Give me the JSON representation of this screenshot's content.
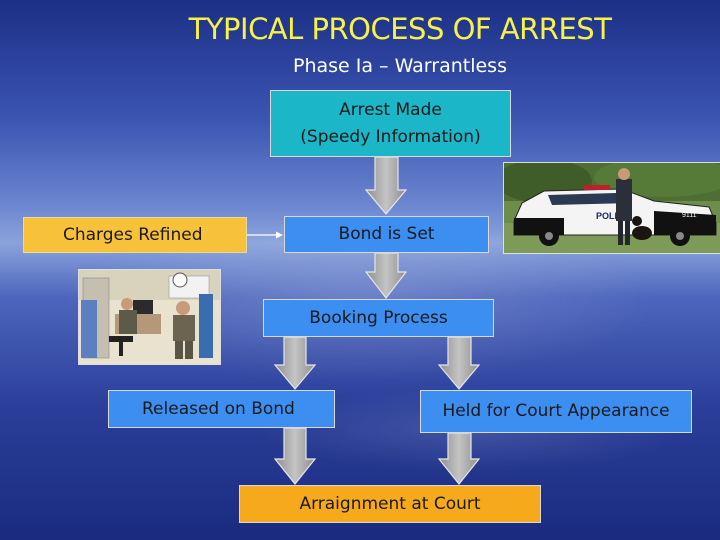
{
  "slide": {
    "title": "TYPICAL PROCESS OF ARREST",
    "subtitle": "Phase Ia – Warrantless"
  },
  "boxes": {
    "arrest_line1": "Arrest Made",
    "arrest_line2": "(Speedy Information)",
    "charges_refined": "Charges Refined",
    "bond_set": "Bond is Set",
    "booking": "Booking Process",
    "released": "Released on Bond",
    "held": "Held for Court Appearance",
    "arraignment": "Arraignment at Court"
  },
  "photos": {
    "police_car_text": "POLICE",
    "police_car_number": "9111"
  },
  "colors": {
    "title": "#f7f24a",
    "box_teal": "#1bb7c9",
    "box_blue": "#3c8ef0",
    "box_gold": "#f7c23a",
    "box_orange": "#f7a91c",
    "arrow_gray": "#a6a6a6"
  }
}
